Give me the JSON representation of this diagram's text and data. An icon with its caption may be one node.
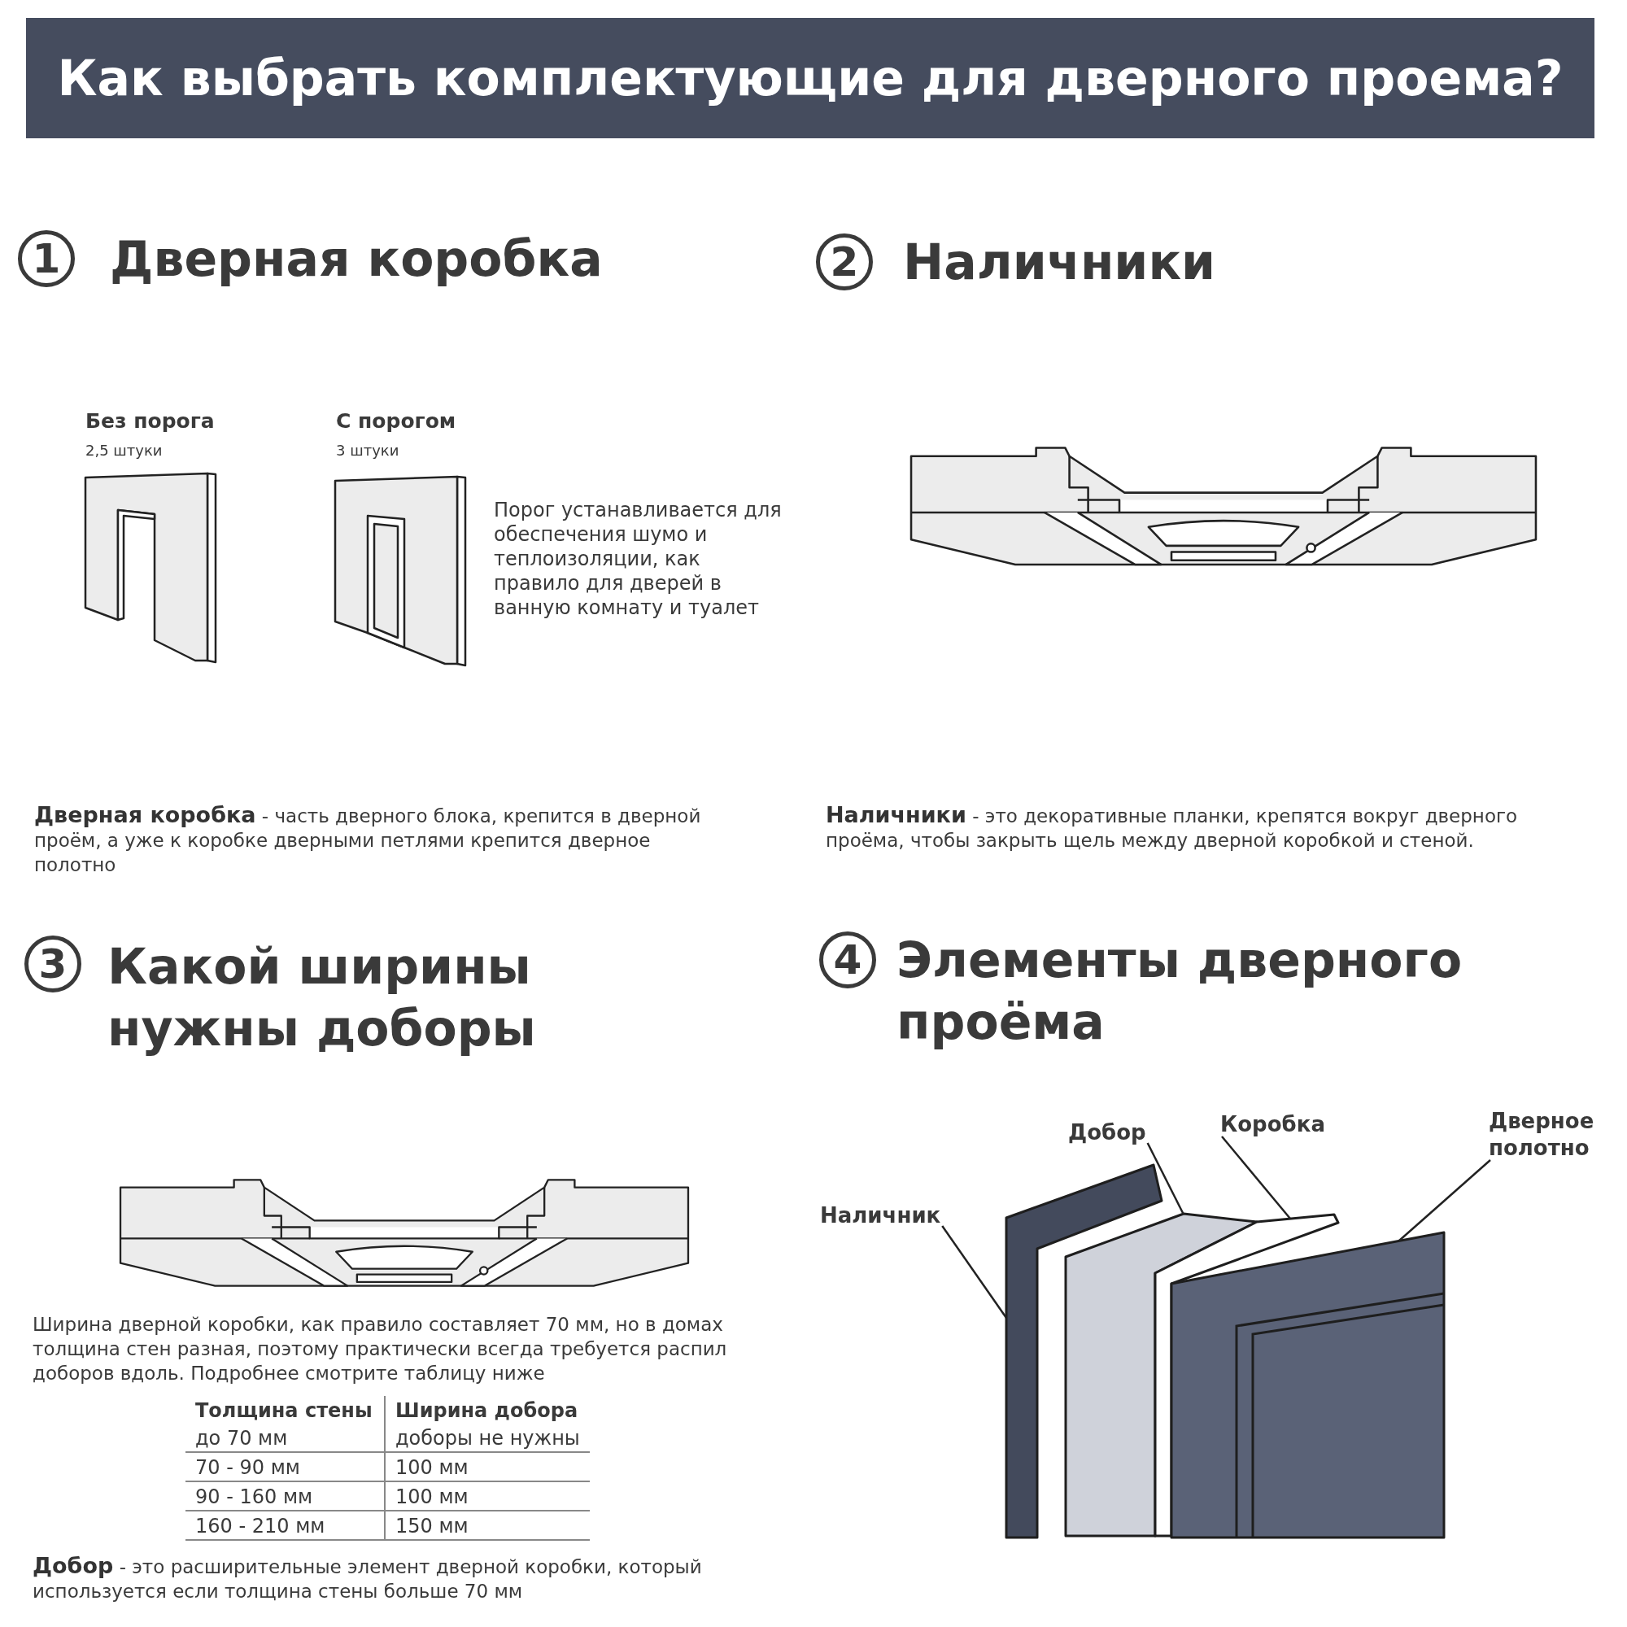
{
  "diagram": {
    "title": "Как выбрать комплектующие для дверного проема?",
    "nodes": [
      {
        "text": [
          "1"
        ],
        "beside": [
          "Дверная коробка"
        ]
      },
      {
        "text": [
          "2"
        ],
        "beside": [
          "Наличники"
        ]
      },
      {
        "text": [
          "3"
        ],
        "beside": [
          "Какой ширины нужны доборы"
        ]
      },
      {
        "text": [
          "4"
        ],
        "beside": [
          "Элементы дверного проёма"
        ]
      },
      {
        "text": [
          "Добор"
        ]
      },
      {
        "text": [
          "Коробка"
        ]
      },
      {
        "text": [
          "Дверное полотно"
        ]
      },
      {
        "text": [
          "Наличник"
        ]
      },
      {
        "text": [],
        "shape": "box"
      },
      {
        "text": [],
        "shape": "box"
      },
      {
        "text": [],
        "shape": "box"
      },
      {
        "text": [],
        "shape": "box"
      }
    ],
    "edges": [
      {
        "from": 4,
        "to": 9,
        "arrow": "none"
      },
      {
        "from": 5,
        "to": 10,
        "arrow": "none"
      },
      {
        "from": 6,
        "to": 11,
        "arrow": "none"
      },
      {
        "from": 7,
        "to": 8,
        "arrow": "none"
      }
    ],
    "labels": [
      "Без порога",
      "2,5 штуки",
      "С порогом",
      "3 штуки",
      "Порог устанавливается для обеспечения шумо и теплоизоляции, как правило для дверей в ванную комнату и туалет",
      "**Дверная коробка** - часть дверного блока, крепится в дверной проём, а уже к коробке дверными петлями крепится дверное полотно",
      "**Наличники** - это декоративные планки, крепятся вокруг дверного проёма, чтобы закрыть щель между дверной коробкой и стеной.",
      "Ширина дверной коробки, как правило составляет 70 мм, но в домах толщина стен разная, поэтому практически всегда требуется распил доборов  вдоль. Подробнее смотрите таблицу ниже",
      "Толщина стены",
      "Ширина добора",
      "до 70 мм",
      "доборы не нужны",
      "70 - 90 мм",
      "100 мм",
      "90 - 160 мм",
      "100 мм",
      "160 - 210 мм",
      "150 мм",
      "**Добор** - это расширительные элемент дверной коробки, который используется если толщина стены больше  70 мм"
    ]
  }
}
